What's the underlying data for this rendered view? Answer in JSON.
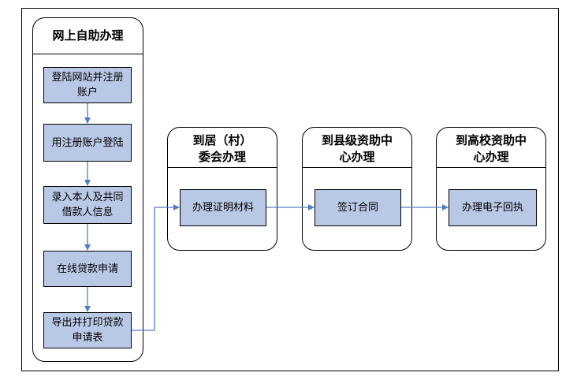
{
  "online": {
    "title": "网上自助办理",
    "steps": [
      "登陆网站并注册账户",
      "用注册账户登陆",
      "录入本人及共同借款人信息",
      "在线贷款申请",
      "导出并打印贷款申请表"
    ]
  },
  "village": {
    "title": "到居（村）委会办理",
    "step": "办理证明材料"
  },
  "county": {
    "title": "到县级资助中心办理",
    "step": "签订合同"
  },
  "university": {
    "title": "到高校资助中心办理",
    "step": "办理电子回执"
  },
  "colors": {
    "step_fill": "#b9c8e5",
    "arrow": "#4f7fc0",
    "border": "#000000"
  }
}
